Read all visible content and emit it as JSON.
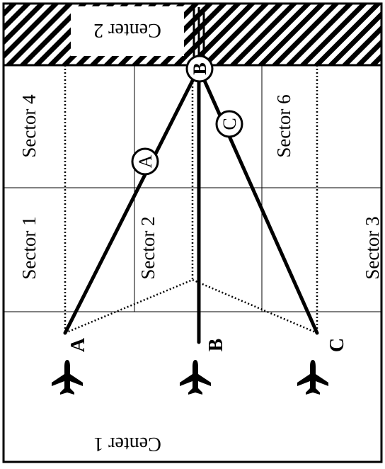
{
  "regions": {
    "center_1": "Center 1",
    "center_2": "Center 2"
  },
  "sectors": {
    "s1": "Sector 1",
    "s2": "Sector 2",
    "s3": "Sector 3",
    "s4": "Sector 4",
    "s6": "Sector 6"
  },
  "aircraft": {
    "a": "A",
    "b": "B",
    "c": "C"
  },
  "route_markers": {
    "a": "A",
    "b": "B",
    "c": "C"
  },
  "colors": {
    "ink": "#000000",
    "background": "#ffffff"
  },
  "icons": [
    "airplane-icon"
  ]
}
